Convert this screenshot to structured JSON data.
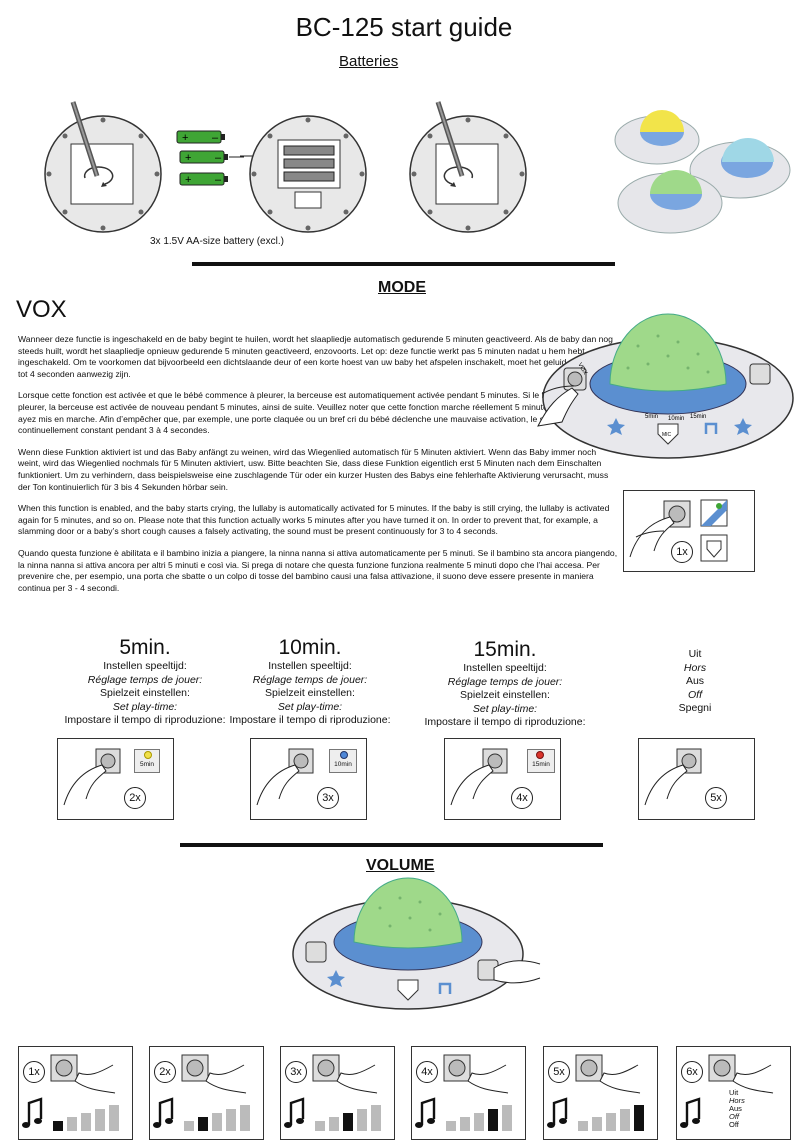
{
  "title": "BC-125 start guide",
  "batteries": {
    "heading": "Batteries",
    "caption": "3x 1.5V AA-size battery (excl.)"
  },
  "mode": {
    "heading": "MODE",
    "vox_title": "VOX",
    "paragraphs": [
      "Wanneer deze functie is ingeschakeld en de baby begint te huilen, wordt het slaapliedje automatisch gedurende 5 minuten geactiveerd. Als de baby dan nog steeds huilt, wordt het slaapliedje opnieuw gedurende 5 minuten geactiveerd, enzovoorts. Let op: deze functie werkt pas 5 minuten nadat u hem hebt ingeschakeld. Om te voorkomen dat bijvoorbeeld een dichtslaande deur of een korte hoest van uw baby het afspelen inschakelt, moet het geluid gedurende 3 tot 4 seconden aanwezig zijn.",
      "Lorsque cette fonction est activée et que le bébé commence à pleurer, la berceuse est automatiquement activée pendant 5 minutes. Si le bébé continue de pleurer, la berceuse est activée de nouveau pendant 5 minutes, ainsi de suite. Veuillez noter que cette fonction marche réellement 5 minutes après que vous ayez mis en marche. Afin d’empêcher que, par exemple, une porte claquée ou un bref cri du bébé déclenche une mauvaise activation, le son doit être continuellement constant pendant 3 à 4 secondes.",
      "Wenn diese Funktion aktiviert ist und das Baby anfängt zu weinen, wird das Wiegenlied automatisch für 5 Minuten aktiviert. Wenn das Baby immer noch weint, wird das Wiegenlied nochmals für 5 Minuten aktiviert, usw. Bitte beachten Sie, dass diese Funktion eigentlich erst 5 Minuten nach dem Einschalten funktioniert. Um zu verhindern, dass beispielsweise eine zuschlagende Tür oder ein kurzer Husten des Babys eine fehlerhafte Aktivierung verursacht, muss der Ton kontinuierlich für 3 bis 4 Sekunden hörbar sein.",
      "When this function is enabled, and the baby starts crying, the lullaby is automatically activated for 5 minutes. If the baby is still crying, the lullaby is activated again for 5 minutes, and so on. Please note that this function actually works 5 minutes after you have turned it on. In order to prevent that, for example, a slamming door or a baby’s short cough causes a falsely activating, the sound must be present continuously for 3 to 4 seconds.",
      "Quando questa funzione è abilitata e il bambino inizia a piangere, la ninna nanna si attiva automaticamente per 5 minuti. Se il bambino sta ancora piangendo, la ninna nanna si attiva ancora per altri 5 minuti e così via. Si prega di notare che questa funzione funziona realmente 5 minuti dopo che l’hai accesa. Per prevenire che, per esempio, una porta che sbatte o un colpo di tosse del bambino causi una falsa attivazione, il suono deve essere presente in maniera continua per 3 - 4 secondi."
    ],
    "vox_press_count": "1x",
    "device_labels": {
      "vox": "VOX",
      "m5": "5min",
      "m10": "10min",
      "m15": "15min",
      "mic": "MIC"
    }
  },
  "play_time": {
    "lines": [
      "Instellen speeltijd:",
      "Réglage temps de jouer:",
      "Spielzeit einstellen:",
      "Set play-time:",
      "Impostare il tempo di riproduzione:"
    ],
    "options": [
      {
        "label": "5min.",
        "press": "2x",
        "indicator": "5min",
        "led": "#f1e04a"
      },
      {
        "label": "10min.",
        "press": "3x",
        "indicator": "10min",
        "led": "#4d86d6"
      },
      {
        "label": "15min.",
        "press": "4x",
        "indicator": "15min",
        "led": "#d9342b"
      }
    ],
    "off_labels": [
      "Uit",
      "Hors",
      "Aus",
      "Off",
      "Spegni"
    ],
    "off_press": "5x"
  },
  "volume": {
    "heading": "VOLUME",
    "steps": [
      {
        "press": "1x",
        "level": 1
      },
      {
        "press": "2x",
        "level": 2
      },
      {
        "press": "3x",
        "level": 3
      },
      {
        "press": "4x",
        "level": 4
      },
      {
        "press": "5x",
        "level": 5
      },
      {
        "press": "6x",
        "level": 0
      }
    ],
    "off_labels": [
      "Uit",
      "Hors",
      "Aus",
      "Off",
      "Off"
    ]
  },
  "colors": {
    "green_dome": "#9fd98a",
    "blue_ring": "#5b8fd0",
    "yellow_dome": "#f2e44a",
    "battery_green": "#3fa535"
  }
}
